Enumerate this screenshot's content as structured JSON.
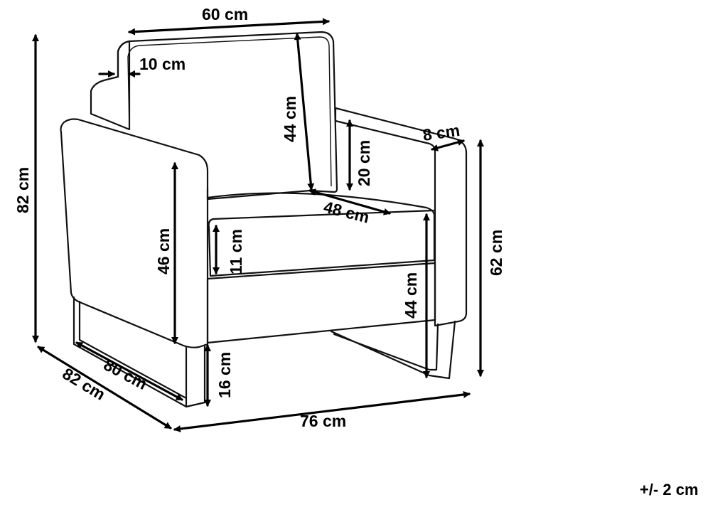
{
  "dimensions": {
    "back_width": "60 cm",
    "backrest_thickness": "10 cm",
    "back_height": "44 cm",
    "arm_width": "8 cm",
    "arm_height_above_seat": "20 cm",
    "seat_depth": "48 cm",
    "arm_height": "46 cm",
    "cushion_thickness": "11 cm",
    "overall_height": "82 cm",
    "overall_depth": "82 cm",
    "arm_depth": "80 cm",
    "leg_height": "16 cm",
    "overall_width": "76 cm",
    "seat_height": "44 cm",
    "side_height": "62 cm"
  },
  "tolerance": "+/- 2 cm"
}
